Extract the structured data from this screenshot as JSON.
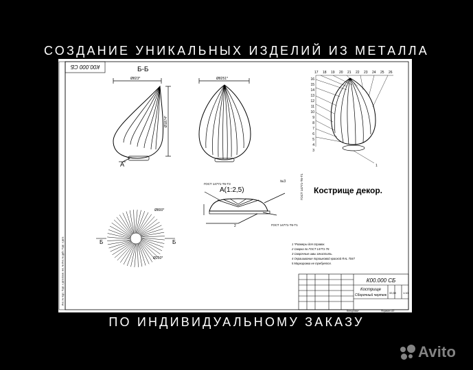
{
  "headline_top": "СОЗДАНИЕ УНИКАЛЬНЫХ ИЗДЕЛИЙ ИЗ МЕТАЛЛА",
  "headline_bottom": "ПО ИНДИВИДУАЛЬНОМУ ЗАКАЗУ",
  "drawing": {
    "product_label": "Кострище декор.",
    "doc_code": "К00.000 СБ",
    "doc_code_rotated": "К00.000 СБ",
    "title_line1": "Кострище",
    "title_line2": "Сборочный чертеж",
    "section_label": "Б-Б",
    "view_label_a": "А",
    "detail_label": "А(1:2,5)",
    "section_mark": "Б",
    "dim_width": "Ø823*",
    "dim_height": "Ø1874*",
    "dim_top": "Ø8251*",
    "dim_d1": "Ø800*",
    "dim_d2": "Ø250*",
    "weld_label_1": "ГОСТ 14771-Т6-Т3",
    "weld_label_2": "ГОСТ 14771-Т6-Т1",
    "weld_label_3": "ГОСТ 14771-Т6-Т1",
    "mark_3": "№3",
    "notes": [
      "1 *Размеры для справок.",
      "2 Сварка по ГОСТ 14771-Т6",
      "3 Сварочные швы зачистить.",
      "4 Окрашивание порошковой краской RAL 7047",
      "5 Маркировка не требуется."
    ],
    "scale": "1:10",
    "mass": "33,59",
    "format": "Формат А3",
    "copied": "Копировал",
    "balloons_top": [
      "17",
      "18",
      "19",
      "20",
      "21",
      "22",
      "23",
      "24",
      "25",
      "26"
    ],
    "balloons_left": [
      "16",
      "15",
      "14",
      "13",
      "12",
      "11",
      "10",
      "9",
      "8",
      "7",
      "6",
      "5",
      "4",
      "3"
    ],
    "balloon_bottom": "1",
    "balloon_two": "2",
    "side_text": "Инв. № подл.   Подп. и дата   Взам. инв. №   Инв. № дубл.   Подп. и дата"
  },
  "watermark": {
    "brand": "Avito"
  }
}
